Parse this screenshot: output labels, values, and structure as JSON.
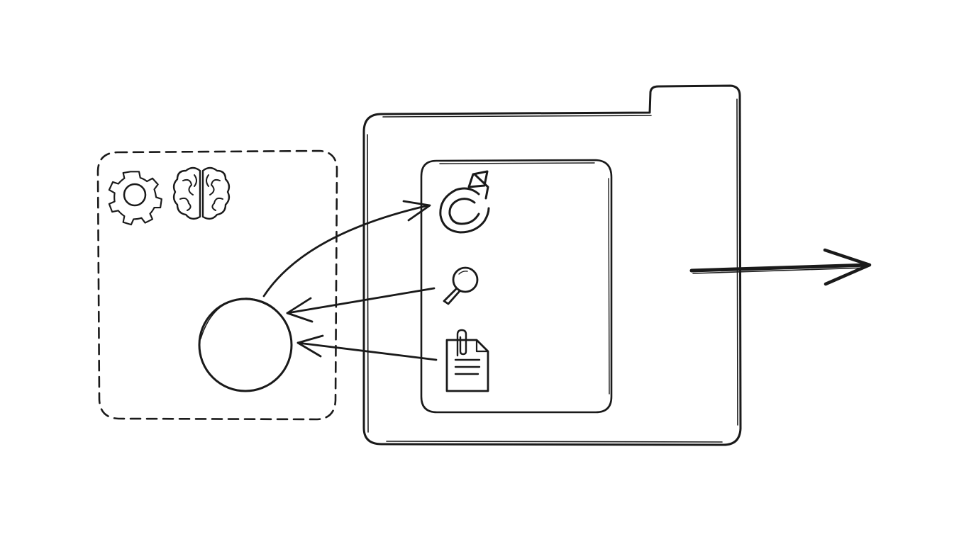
{
  "diagram": {
    "ink_color": "#1a1a1a",
    "background_color": "#ffffff",
    "agent_boundary": {
      "style": "dashed",
      "icons": [
        "gear-icon",
        "brain-icon"
      ]
    },
    "agent_node": {
      "shape": "circle"
    },
    "tool_container": {
      "shape": "folder",
      "tools": [
        "refresh-icon",
        "search-icon",
        "document-icon"
      ]
    },
    "connections": [
      {
        "from": "agent-node",
        "to": "refresh-icon"
      },
      {
        "from": "search-icon",
        "to": "agent-node"
      },
      {
        "from": "document-icon",
        "to": "agent-node"
      },
      {
        "from": "tool-container",
        "to": "output"
      }
    ]
  }
}
